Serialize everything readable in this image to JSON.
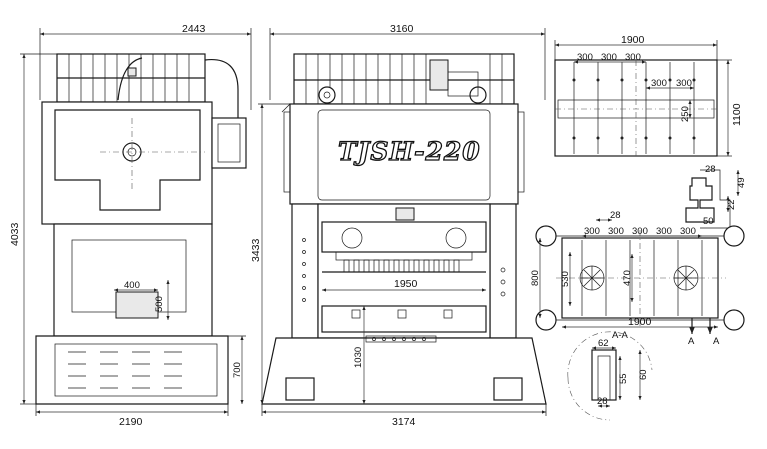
{
  "model_label": "TJSH-220",
  "side_view": {
    "depth_top": "2443",
    "height": "4033",
    "bolster_width": "400",
    "bolster_height": "500",
    "base_height": "700",
    "base_depth": "2190"
  },
  "front_view": {
    "width_top": "3160",
    "height": "3433",
    "bed_width": "1950",
    "die_height": "1030",
    "base_width": "3174"
  },
  "slide_plan": {
    "width": "1900",
    "height": "1100",
    "pitch_a": "300",
    "pitch_b": "300",
    "pitch_c": "300",
    "pitch_d": "300",
    "pitch_e": "300",
    "slot": "250"
  },
  "t_slot": {
    "top": "28",
    "depth": "49",
    "width": "22",
    "bottom": "50"
  },
  "bolster_plan": {
    "offset": "28",
    "pitches": [
      "300",
      "300",
      "300",
      "300",
      "300"
    ],
    "height": "800",
    "inner_a": "530",
    "inner_b": "470",
    "width": "1900",
    "section_label": "A-A",
    "arrow_left": "A",
    "arrow_right": "A"
  },
  "section_detail": {
    "top": "62",
    "depth_a": "55",
    "depth_b": "60",
    "bottom": "28"
  }
}
